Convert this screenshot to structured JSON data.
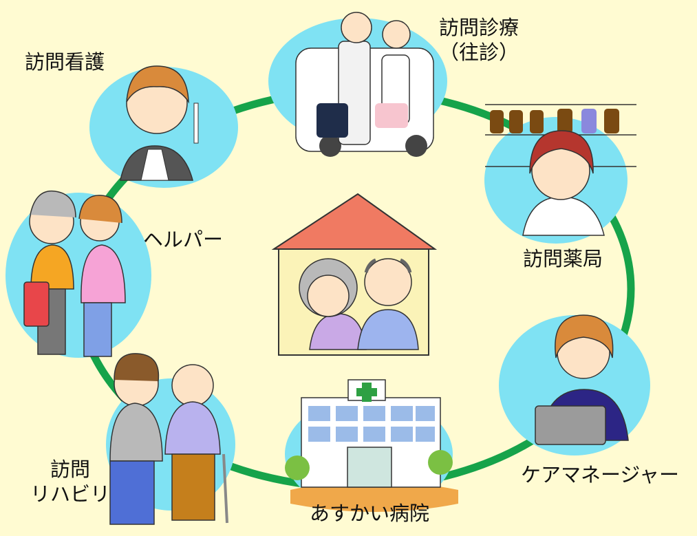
{
  "colors": {
    "background": "#fffbd2",
    "ring": "#16a34a",
    "bubble": "#7fe2f3",
    "roof": "#f07a62",
    "house_wall": "#fbf3b8"
  },
  "center": {
    "name": "home"
  },
  "nodes": [
    {
      "id": "house-call",
      "lines": [
        "訪問診療",
        "（往診）"
      ]
    },
    {
      "id": "visiting-nurse",
      "lines": [
        "訪問看護"
      ]
    },
    {
      "id": "helper",
      "lines": [
        "ヘルパー"
      ]
    },
    {
      "id": "visiting-pharmacy",
      "lines": [
        "訪問薬局"
      ]
    },
    {
      "id": "care-manager",
      "lines": [
        "ケアマネージャー"
      ]
    },
    {
      "id": "hospital",
      "lines": [
        "あすかい病院"
      ]
    },
    {
      "id": "visiting-rehab",
      "lines": [
        "訪問",
        "リハビリ"
      ]
    }
  ]
}
